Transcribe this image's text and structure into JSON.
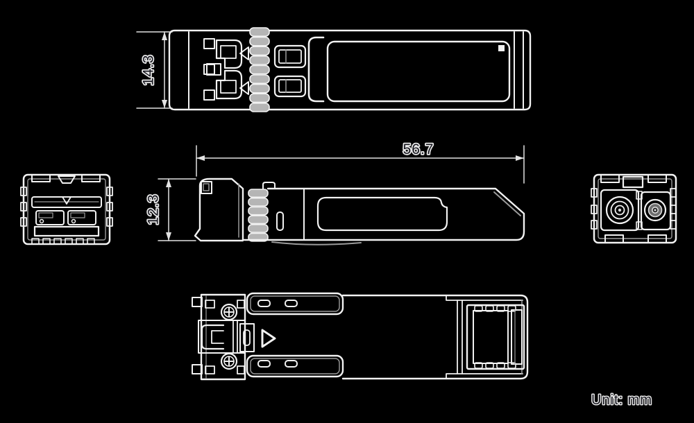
{
  "drawing": {
    "unit_note": "Unit: mm",
    "dimensions": {
      "body_width_mm": "14.3",
      "overall_length_mm": "56.7",
      "body_height_mm": "12.3"
    }
  },
  "colors": {
    "background": "#000000",
    "line": "#f2f2f2",
    "shade": "#9a9a9a",
    "metal_fill": "#b5b5b5",
    "dim_line": "#e3e3e3",
    "text_fill": "#16161e",
    "text_halo": "#e8e8e8"
  }
}
